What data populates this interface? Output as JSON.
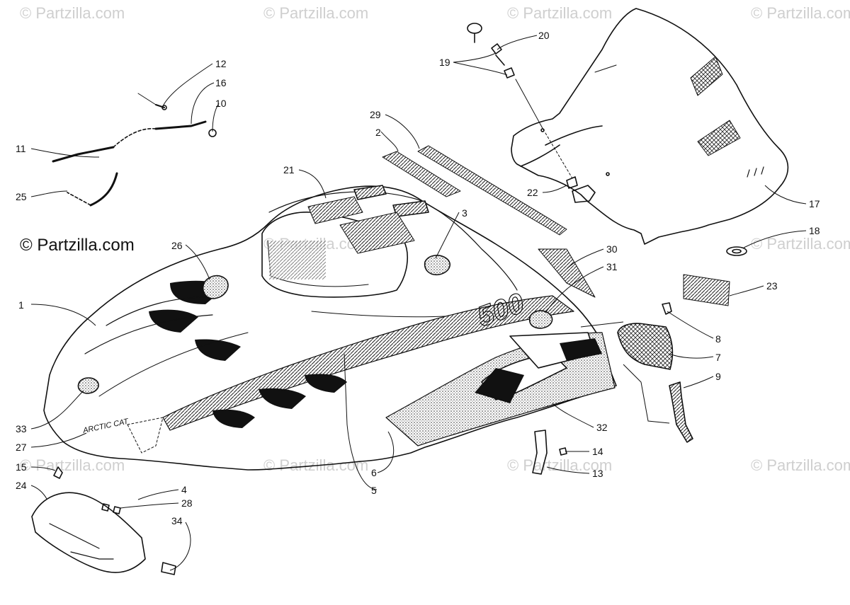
{
  "watermark": "© Partzilla.com",
  "brand_label": "© Partzilla.com",
  "hood_lettering": "ARCTIC CAT",
  "stripe_number": "500",
  "callouts": [
    "1",
    "2",
    "3",
    "4",
    "5",
    "6",
    "7",
    "8",
    "9",
    "10",
    "11",
    "12",
    "13",
    "14",
    "15",
    "16",
    "17",
    "18",
    "19",
    "20",
    "21",
    "22",
    "23",
    "24",
    "25",
    "26",
    "27",
    "28",
    "29",
    "30",
    "31",
    "32",
    "33",
    "34"
  ]
}
